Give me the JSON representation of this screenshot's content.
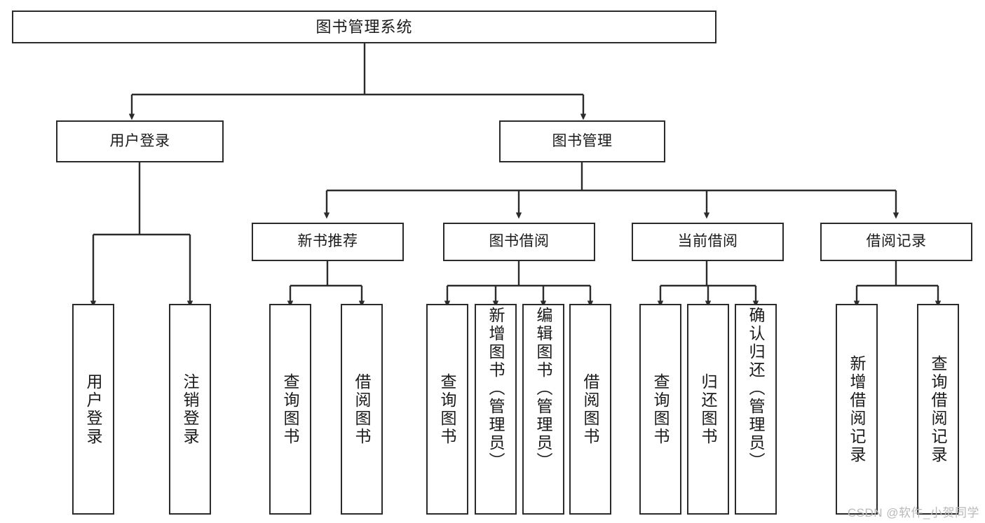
{
  "diagram": {
    "title": "图书管理系统",
    "watermark": "CSDN @软件_小贺同学",
    "line_color": "#2b2b2b",
    "box_fill": "#ffffff",
    "text_color": "#1a1a1a",
    "watermark_color": "#b9b9b9"
  },
  "root": {
    "label": "图书管理系统"
  },
  "level2": {
    "user_login": "用户登录",
    "book_manage": "图书管理"
  },
  "level3": {
    "new_book_rec": "新书推荐",
    "book_borrow": "图书借阅",
    "current_borrow": "当前借阅",
    "borrow_record": "借阅记录"
  },
  "leaves": {
    "user_login_1": "用户登录",
    "user_login_2": "注销登录",
    "new_book_rec_1": "查询图书",
    "new_book_rec_2": "借阅图书",
    "book_borrow_1": "查询图书",
    "book_borrow_2": "新增图书（管理员）",
    "book_borrow_3": "编辑图书（管理员）",
    "book_borrow_4": "借阅图书",
    "current_borrow_1": "查询图书",
    "current_borrow_2": "归还图书",
    "current_borrow_3": "确认归还（管理员）",
    "borrow_record_1": "新增借阅记录",
    "borrow_record_2": "查询借阅记录"
  }
}
